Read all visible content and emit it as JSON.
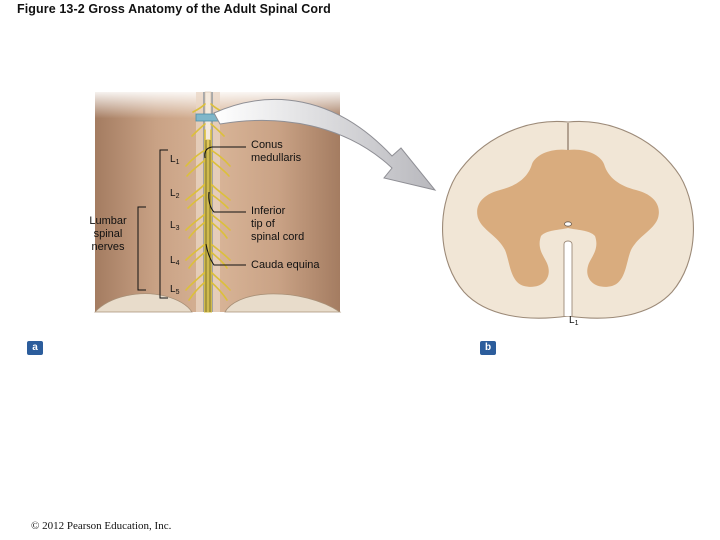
{
  "figure": {
    "title": "Figure 13-2 Gross Anatomy of the Adult Spinal Cord"
  },
  "panel_a": {
    "tag": "a",
    "vertebra_labels": [
      {
        "letter": "L",
        "num": "1"
      },
      {
        "letter": "L",
        "num": "2"
      },
      {
        "letter": "L",
        "num": "3"
      },
      {
        "letter": "L",
        "num": "4"
      },
      {
        "letter": "L",
        "num": "5"
      }
    ],
    "lumbar_label": [
      "Lumbar",
      "spinal",
      "nerves"
    ],
    "callouts": {
      "conus": [
        "Conus",
        "medullaris"
      ],
      "inferior_tip": [
        "Inferior",
        "tip of",
        "spinal cord"
      ],
      "cauda": "Cauda equina"
    }
  },
  "panel_b": {
    "tag": "b",
    "section_label": {
      "letter": "L",
      "num": "1"
    }
  },
  "footer": {
    "copyright": "© 2012 Pearson Education, Inc."
  },
  "colors": {
    "skin": "#c9a07f",
    "gray_matter": "#d9ac7e",
    "white_matter": "#f1e6d6",
    "nerve": "#e3c73f",
    "panel_tag": "#2c5d9c"
  }
}
